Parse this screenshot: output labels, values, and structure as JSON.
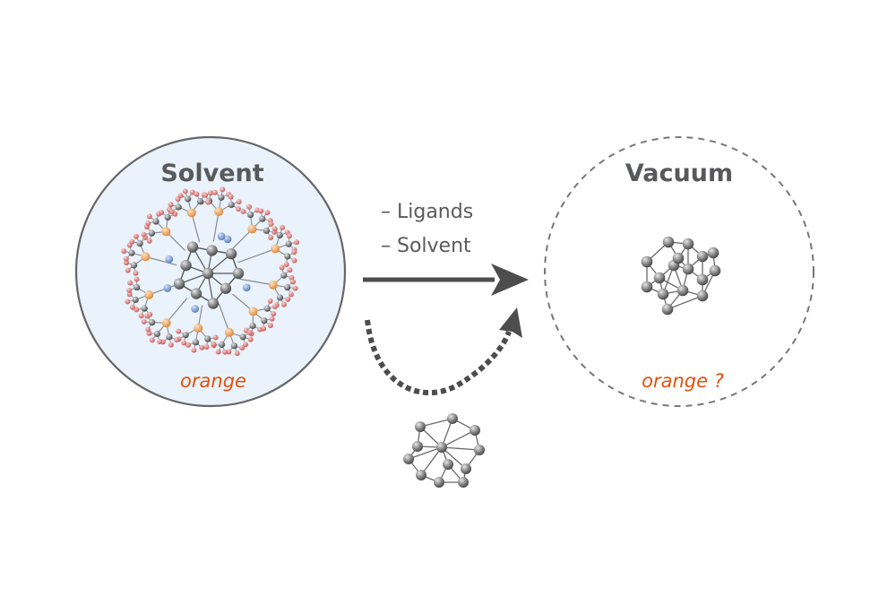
{
  "solvent": {
    "title": "Solvent",
    "color_label": "orange"
  },
  "vacuum": {
    "title": "Vacuum",
    "color_label": "orange ?"
  },
  "process": {
    "step1": "– Ligands",
    "step2": "– Solvent"
  },
  "colors": {
    "label_orange": "#e2520f",
    "solvent_fill": "#eaf2fc",
    "circle_stroke": "#666666",
    "arrow": "#4d4d4d",
    "metal_atom": "#8d8d8d",
    "ligand_oxygen": "#e07a78",
    "ligand_phosphorus": "#f0a868",
    "ligand_nitrogen": "#7a9ed6"
  },
  "icons": [
    "ligand-protected-cluster-icon",
    "bare-cluster-3d-icon",
    "bare-cluster-planar-icon"
  ]
}
